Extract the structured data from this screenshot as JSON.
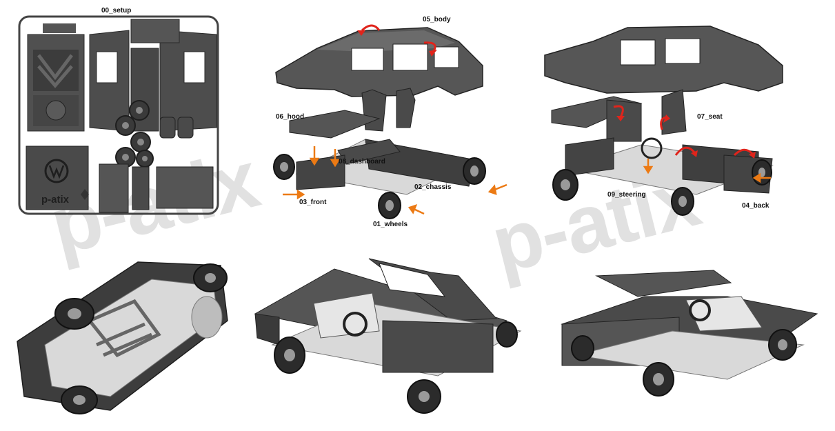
{
  "watermark": {
    "text_left": "p-atix",
    "text_right": "p-atix"
  },
  "sprue": {
    "logo_text": "p-atix"
  },
  "labels": {
    "setup": "00_setup",
    "body": "05_body",
    "hood": "06_hood",
    "dashboard": "08_dashboard",
    "chassis": "02_chassis",
    "front": "03_front",
    "wheels": "01_wheels",
    "seat": "07_seat",
    "steering": "09_steering",
    "back": "04_back"
  },
  "colors": {
    "part": "#4a4a4a",
    "part_dark": "#2b2b2b",
    "part_light": "#6a6a6a",
    "chassis": "#d9d9d9",
    "arrow_orange": "#ec7a14",
    "arrow_red": "#e0241b"
  }
}
